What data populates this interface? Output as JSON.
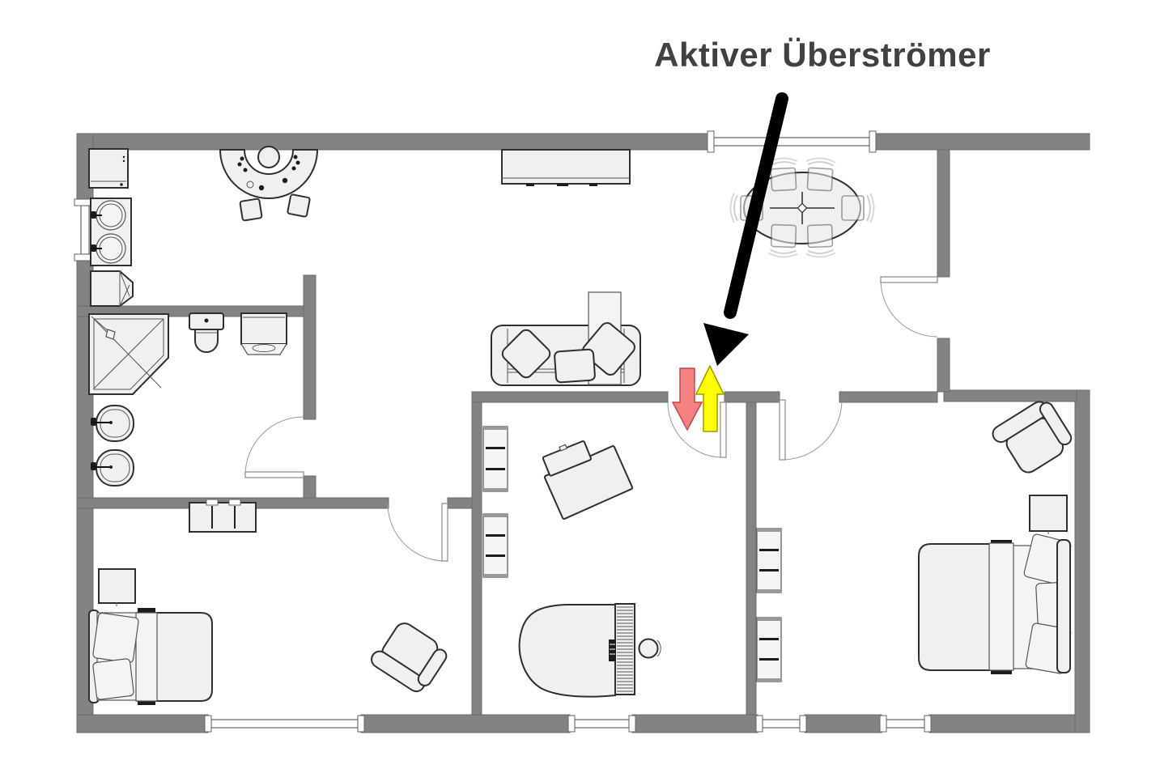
{
  "annotation": {
    "title": "Aktiver Überströmer",
    "pointer_arrow": {
      "name": "black-pointer-arrow",
      "color": "#000000"
    },
    "flow_arrows": {
      "outflow": {
        "name": "red-down-arrow",
        "direction": "down",
        "color": "#F48282",
        "stroke": "#c04848"
      },
      "inflow": {
        "name": "yellow-up-arrow",
        "direction": "up",
        "color": "#FFFF00",
        "stroke": "#9a9a00"
      }
    }
  },
  "floorplan": {
    "wall_color": "#838383",
    "furniture_fill": "#f0f0f0",
    "outline_color": "#2f2f2f",
    "background_color": "#ffffff"
  }
}
